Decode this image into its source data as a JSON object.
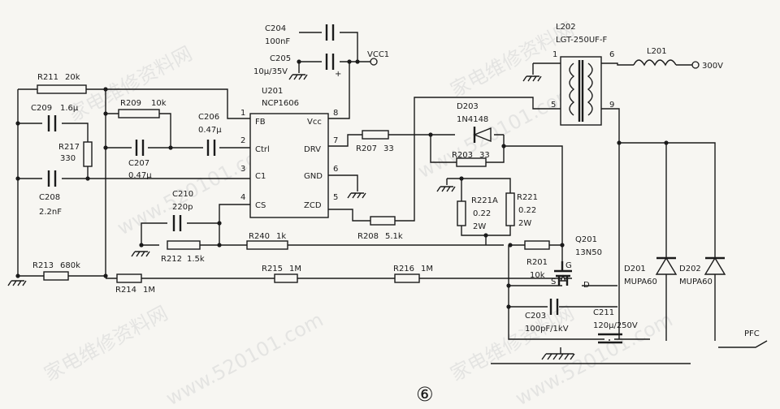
{
  "ic": {
    "ref": "U201",
    "part": "NCP1606",
    "pins": [
      {
        "name": "FB",
        "num": "1"
      },
      {
        "name": "Ctrl",
        "num": "2"
      },
      {
        "name": "C1",
        "num": "3"
      },
      {
        "name": "CS",
        "num": "4"
      },
      {
        "name": "Vcc",
        "num": "8"
      },
      {
        "name": "DRV",
        "num": "7"
      },
      {
        "name": "GND",
        "num": "6"
      },
      {
        "name": "ZCD",
        "num": "5"
      }
    ]
  },
  "components": {
    "C204": {
      "ref": "C204",
      "value": "100nF"
    },
    "C205": {
      "ref": "C205",
      "value": "10μ/35V"
    },
    "VCC1": {
      "ref": "VCC1"
    },
    "R211": {
      "ref": "R211",
      "value": "20k"
    },
    "C209": {
      "ref": "C209",
      "value": "1.6μ"
    },
    "R217": {
      "ref": "R217",
      "value": "330"
    },
    "R209": {
      "ref": "R209",
      "value": "10k"
    },
    "C206": {
      "ref": "C206",
      "value": "0.47μ"
    },
    "C207": {
      "ref": "C207",
      "value": "0.47μ"
    },
    "C208": {
      "ref": "C208",
      "value": "2.2nF"
    },
    "C210": {
      "ref": "C210",
      "value": "220p"
    },
    "R212": {
      "ref": "R212",
      "value": "1.5k"
    },
    "R240": {
      "ref": "R240",
      "value": "1k"
    },
    "R213": {
      "ref": "R213",
      "value": "680k"
    },
    "R214": {
      "ref": "R214",
      "value": "1M"
    },
    "R215": {
      "ref": "R215",
      "value": "1M"
    },
    "R216": {
      "ref": "R216",
      "value": "1M"
    },
    "R207": {
      "ref": "R207",
      "value": "33"
    },
    "D203": {
      "ref": "D203",
      "value": "1N4148"
    },
    "R203": {
      "ref": "R203",
      "value": "33"
    },
    "R208": {
      "ref": "R208",
      "value": "5.1k"
    },
    "R221A": {
      "ref": "R221A",
      "value": "0.22",
      "rating": "2W"
    },
    "R221": {
      "ref": "R221",
      "value": "0.22",
      "rating": "2W"
    },
    "Q201": {
      "ref": "Q201",
      "value": "13N50",
      "g": "G",
      "s": "S",
      "d": "D"
    },
    "R201": {
      "ref": "R201",
      "value": "10k"
    },
    "C203": {
      "ref": "C203",
      "value": "100pF/1kV"
    },
    "C211": {
      "ref": "C211",
      "value": "120μ/250V"
    },
    "L202": {
      "ref": "L202",
      "value": "LGT-250UF-F",
      "pin1": "1",
      "pin6": "6",
      "pin5": "5",
      "pin9": "9"
    },
    "L201": {
      "ref": "L201"
    },
    "V300": {
      "label": "300V"
    },
    "D201": {
      "ref": "D201",
      "value": "MUPA60"
    },
    "D202": {
      "ref": "D202",
      "value": "MUPA60"
    },
    "PFC": {
      "label": "PFC"
    }
  },
  "page_number": "⑥",
  "watermarks": [
    "家电维修资料网",
    "www.520101.com"
  ],
  "colors": {
    "ink": "#1b1b1b",
    "paper": "#f7f6f2",
    "watermark": "#cfcfcf"
  }
}
